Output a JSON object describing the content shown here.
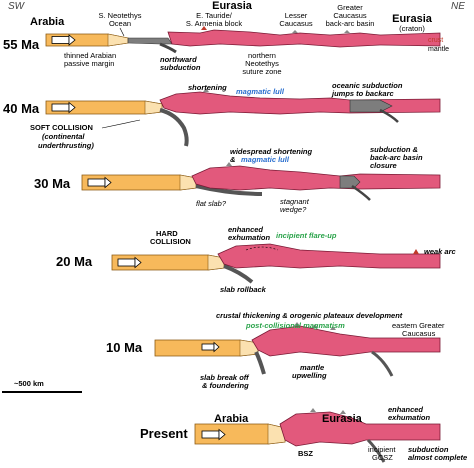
{
  "header": {
    "sw": "SW",
    "ne": "NE",
    "arabia": "Arabia",
    "eurasia": "Eurasia",
    "eurasia_right": "Eurasia",
    "craton": "(craton)",
    "neotethys_1": "S. Neotethys",
    "neotethys_2": "Ocean",
    "tauride_1": "E. Tauride/",
    "tauride_2": "S. Armenia block",
    "lesser_1": "Lesser",
    "lesser_2": "Caucasus",
    "greater_1": "Greater",
    "greater_2": "Caucasus",
    "greater_3": "back-arc basin",
    "crust": "crust",
    "mantle": "mantle"
  },
  "stages": [
    {
      "age": "55 Ma",
      "labels": {
        "thinned_1": "thinned Arabian",
        "thinned_2": "passive margin",
        "northward_1": "northward",
        "northward_2": "subduction",
        "suture_1": "northern",
        "suture_2": "Neotethys",
        "suture_3": "suture zone"
      }
    },
    {
      "age": "40 Ma",
      "labels": {
        "shortening": "shortening",
        "magmatic_lull": "magmatic lull",
        "oceanic_1": "oceanic subduction",
        "oceanic_2": "jumps to backarc",
        "soft_1": "SOFT COLLISION",
        "soft_2": "(continental",
        "soft_3": "underthrusting)"
      }
    },
    {
      "age": "30 Ma",
      "labels": {
        "widespread_1": "widespread shortening",
        "widespread_2": "& ",
        "widespread_3": "magmatic lull",
        "subduction_1": "subduction &",
        "subduction_2": "back-arc basin",
        "subduction_3": "closure",
        "flat_slab": "flat slab?",
        "stagnant_1": "stagnant",
        "stagnant_2": "wedge?"
      }
    },
    {
      "age": "20 Ma",
      "labels": {
        "hard_1": "HARD",
        "hard_2": "COLLISION",
        "enhanced_1": "enhanced",
        "enhanced_2": "exhumation",
        "flare_up": "incipient flare-up",
        "weak_arc": "weak arc",
        "slab_rollback": "slab rollback"
      }
    },
    {
      "age": "10 Ma",
      "labels": {
        "crustal": "crustal thickening & orogenic plateaux development",
        "post_coll": "post-collisional magmatism",
        "eastern_1": "eastern Greater",
        "eastern_2": "Caucasus",
        "mantle_1": "mantle",
        "mantle_2": "upwelling",
        "breakoff_1": "slab break off",
        "breakoff_2": "& foundering"
      }
    },
    {
      "age": "Present",
      "labels": {
        "arabia": "Arabia",
        "eurasia": "Eurasia",
        "enhanced_1": "enhanced",
        "enhanced_2": "exhumation",
        "bsz": "BSZ",
        "gcsz_1": "incipient",
        "gcsz_2": "GCSZ",
        "subduction_1": "subduction",
        "subduction_2": "almost complete"
      }
    }
  ],
  "scale_bar": "~500 km",
  "colors": {
    "arabia": "#f7b95b",
    "eurasia": "#e2597c",
    "ocean_slab": "#7d7d7d",
    "magmatic_lull": "#2a6fcf",
    "flare_up": "#2aa34a",
    "crust_label": "#c0392b"
  }
}
